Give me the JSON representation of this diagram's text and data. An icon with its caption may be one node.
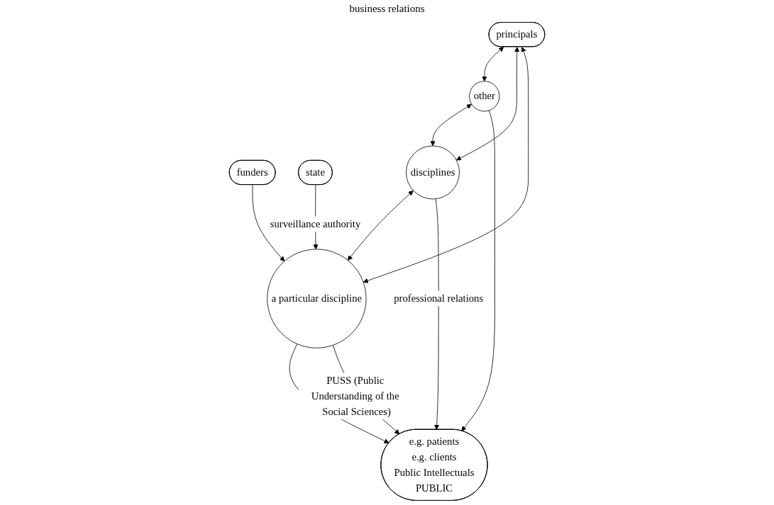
{
  "diagram": {
    "nodes": [
      {
        "text": [
          "principals"
        ]
      },
      {
        "text": [
          "funders"
        ]
      },
      {
        "text": [
          "state"
        ]
      },
      {
        "text": [
          "other"
        ]
      },
      {
        "text": [
          "disciplines"
        ]
      },
      {
        "text": [
          "a particular discipline"
        ]
      },
      {
        "text": [
          "e.g. patients",
          "e.g. clients",
          "Public Intellectuals",
          "PUBLIC"
        ]
      }
    ],
    "edges": [
      {
        "from": 0,
        "to": 3,
        "arrow": "both"
      },
      {
        "from": 0,
        "to": 4,
        "arrow": "both"
      },
      {
        "from": 0,
        "to": 5,
        "arrow": "both"
      },
      {
        "from": 1,
        "to": 5,
        "arrow": "to"
      },
      {
        "from": 2,
        "to": 5,
        "arrow": "to",
        "label": "surveillance authority"
      },
      {
        "from": 3,
        "to": 4,
        "arrow": "both"
      },
      {
        "from": 4,
        "to": 5,
        "arrow": "both"
      },
      {
        "from": 3,
        "to": 6,
        "arrow": "to"
      },
      {
        "from": 4,
        "to": 6,
        "arrow": "to",
        "label": "professional relations"
      },
      {
        "from": 5,
        "to": 6,
        "arrow": "to"
      },
      {
        "from": 5,
        "to": 6,
        "arrow": "to",
        "label": "PUSS (Public Understanding of the Social Sciences)"
      }
    ],
    "labels": [
      "business relations"
    ]
  }
}
